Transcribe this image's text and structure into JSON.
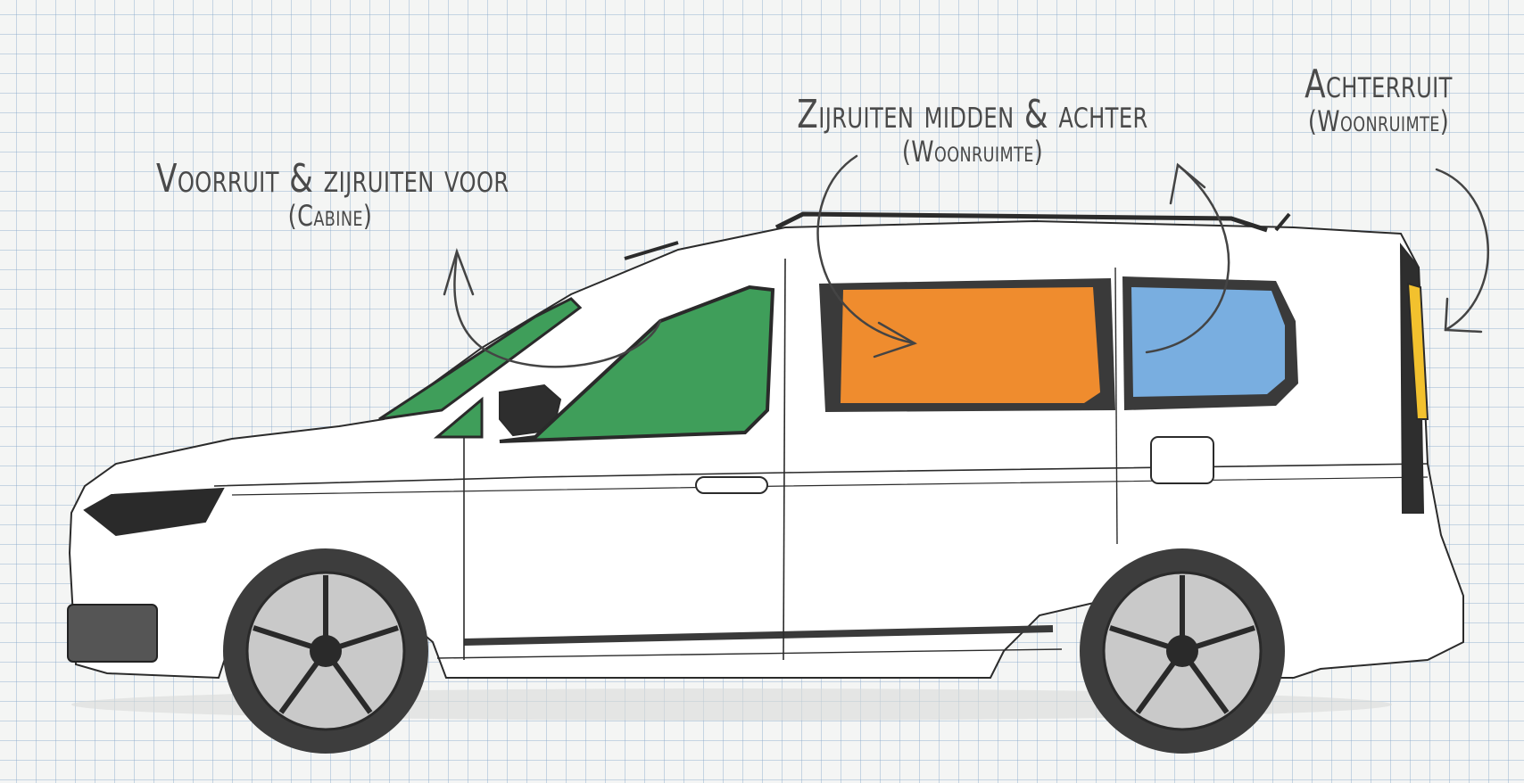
{
  "labels": {
    "cabin": {
      "title": "Voorruit & zijruiten voor",
      "subtitle": "(Cabine)"
    },
    "middle_rear": {
      "title": "Zijruiten midden & achter",
      "subtitle": "(Woonruimte)"
    },
    "rear": {
      "title": "Achterruit",
      "subtitle": "(Woonruimte)"
    }
  },
  "zone_colors": {
    "cabin_windows": "#3f9e5a",
    "middle_window": "#ef8c2e",
    "rear_side_window": "#79aee0",
    "rear_window": "#f2c12e"
  },
  "icons": [
    "van-side-drawing",
    "curved-arrow"
  ]
}
